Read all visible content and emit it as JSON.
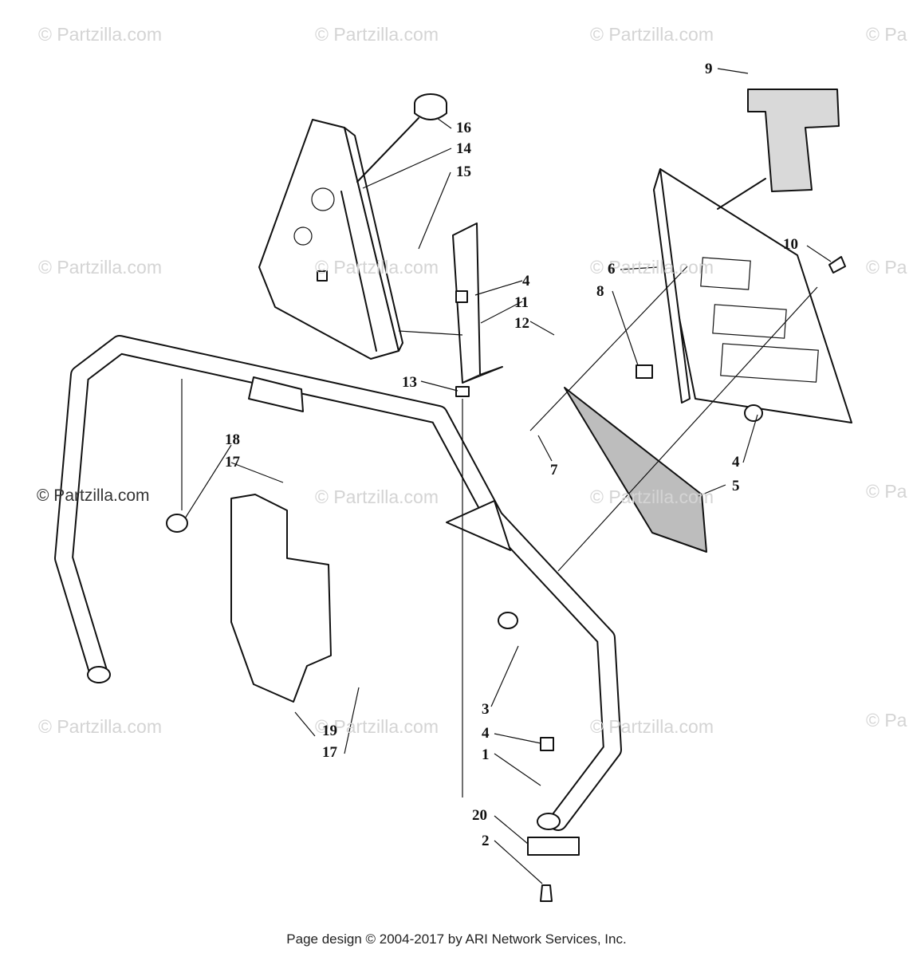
{
  "watermarks": [
    "© Partzilla.com",
    "© Partzilla.com",
    "© Partzilla.com",
    "© Pa",
    "© Partzilla.com",
    "© Partzilla.com",
    "© Partzilla.com",
    "© Pa",
    "© Partzilla.com",
    "© Partzilla.com",
    "© Partzilla.com",
    "© Pa",
    "© Partzilla.com",
    "© Partzilla.com",
    "© Partzilla.com",
    "© Pa"
  ],
  "callouts": [
    "16",
    "14",
    "15",
    "4",
    "11",
    "12",
    "13",
    "9",
    "10",
    "6",
    "8",
    "7",
    "4",
    "5",
    "18",
    "17",
    "19",
    "17",
    "3",
    "4",
    "1",
    "20",
    "2"
  ],
  "footer": "Page design © 2004-2017 by ARI Network Services, Inc."
}
